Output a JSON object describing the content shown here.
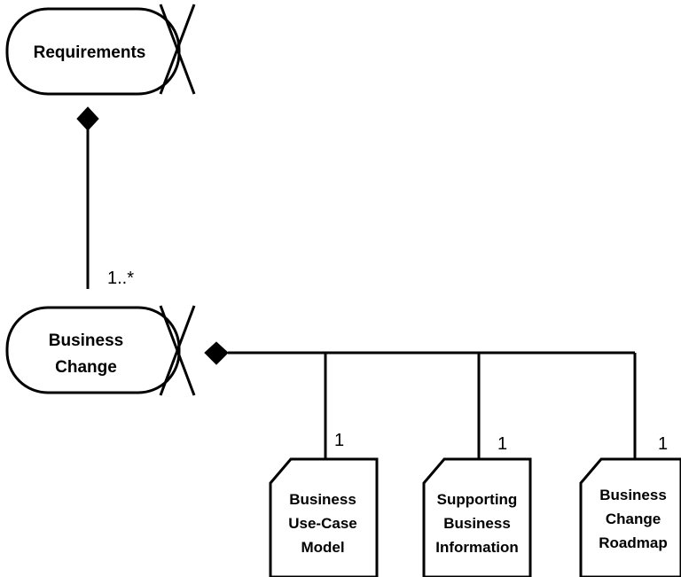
{
  "nodes": {
    "requirements": {
      "label": "Requirements"
    },
    "business_change": {
      "label_line1": "Business",
      "label_line2": "Change"
    },
    "use_case_model": {
      "line1": "Business",
      "line2": "Use-Case",
      "line3": "Model"
    },
    "supporting_info": {
      "line1": "Supporting",
      "line2": "Business",
      "line3": "Information"
    },
    "change_roadmap": {
      "line1": "Business",
      "line2": "Change",
      "line3": "Roadmap"
    }
  },
  "multiplicities": {
    "business_change": "1..*",
    "use_case_model": "1",
    "supporting_info": "1",
    "change_roadmap": "1"
  }
}
